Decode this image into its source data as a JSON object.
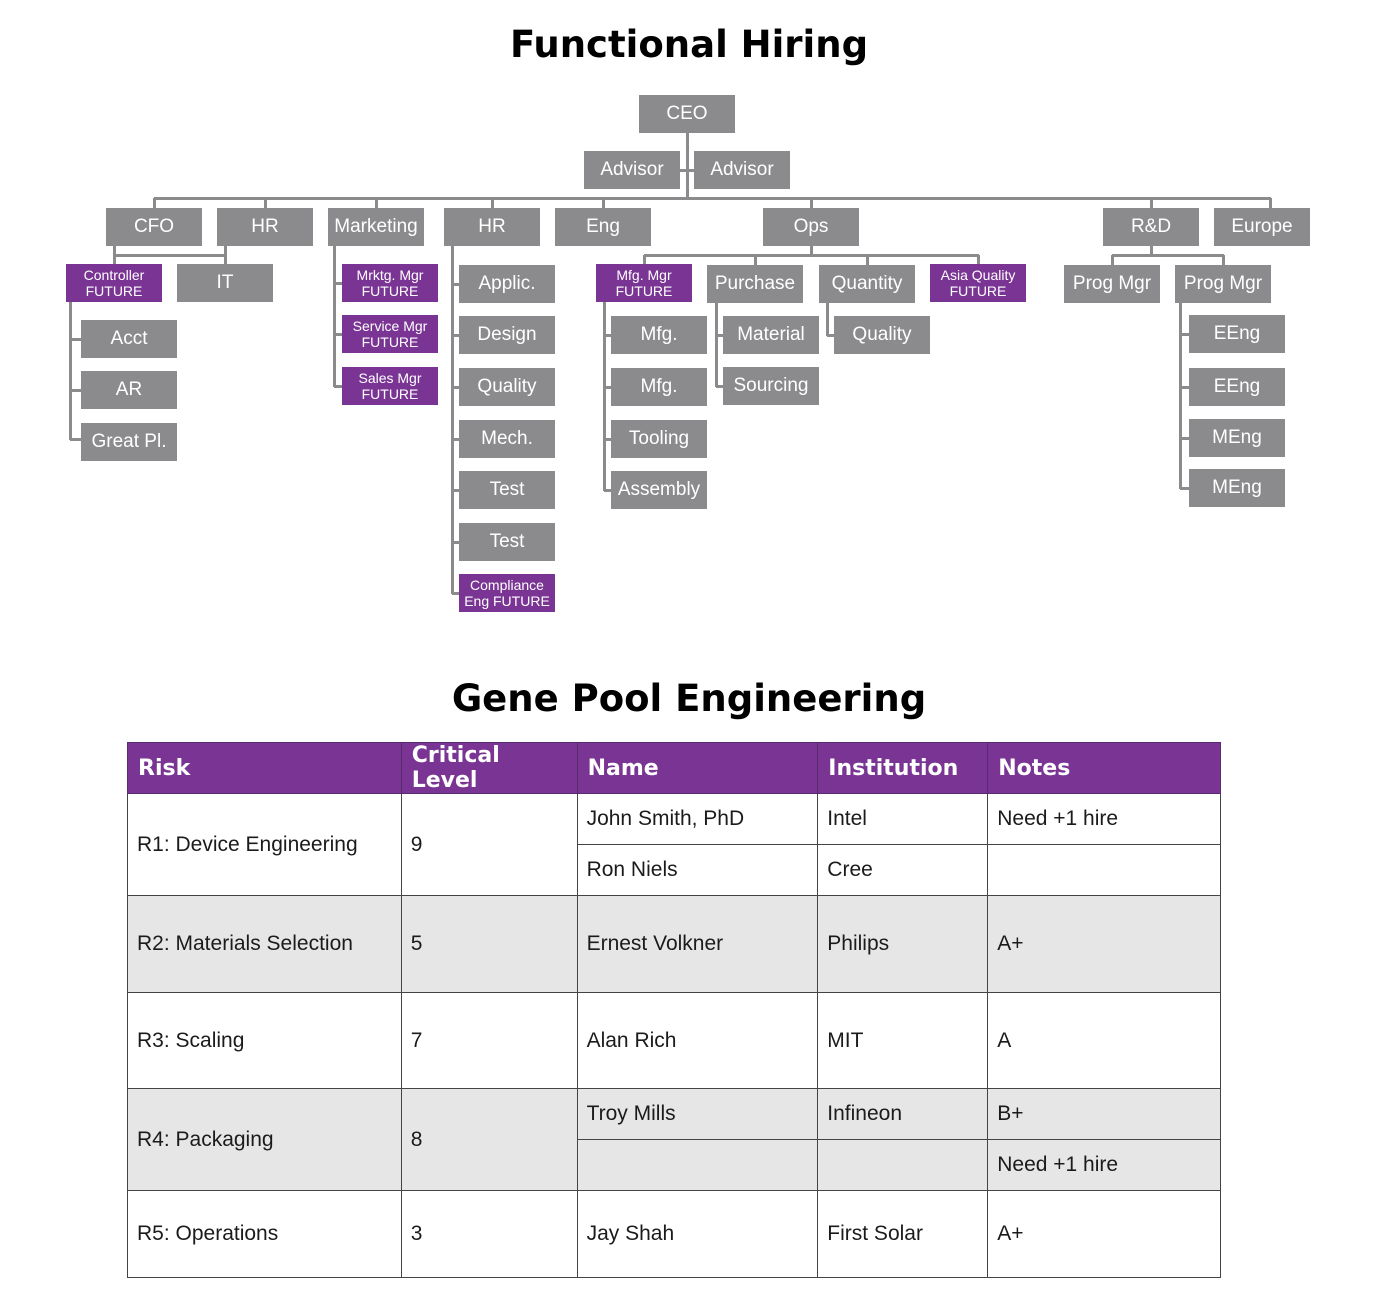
{
  "titles": {
    "org_chart": "Functional Hiring",
    "table": "Gene Pool Engineering"
  },
  "colors": {
    "role_box": "#8b8b8d",
    "future_box": "#7a3594",
    "header": "#7a3594",
    "row_shade": "#e6e6e7"
  },
  "org_chart": {
    "nodes": [
      {
        "id": "ceo",
        "label": "CEO",
        "future": false
      },
      {
        "id": "advisor1",
        "label": "Advisor",
        "future": false
      },
      {
        "id": "advisor2",
        "label": "Advisor",
        "future": false
      },
      {
        "id": "cfo",
        "label": "CFO",
        "future": false
      },
      {
        "id": "hr1",
        "label": "HR",
        "future": false
      },
      {
        "id": "marketing",
        "label": "Marketing",
        "future": false
      },
      {
        "id": "hr2",
        "label": "HR",
        "future": false
      },
      {
        "id": "eng",
        "label": "Eng",
        "future": false
      },
      {
        "id": "ops",
        "label": "Ops",
        "future": false
      },
      {
        "id": "rnd",
        "label": "R&D",
        "future": false
      },
      {
        "id": "europe",
        "label": "Europe",
        "future": false
      },
      {
        "id": "controller",
        "label": "Controller FUTURE",
        "future": true
      },
      {
        "id": "it",
        "label": "IT",
        "future": false
      },
      {
        "id": "acct",
        "label": "Acct",
        "future": false
      },
      {
        "id": "ar",
        "label": "AR",
        "future": false
      },
      {
        "id": "greatpl",
        "label": "Great Pl.",
        "future": false
      },
      {
        "id": "mrktg_mgr",
        "label": "Mrktg. Mgr FUTURE",
        "future": true
      },
      {
        "id": "service_mgr",
        "label": "Service Mgr FUTURE",
        "future": true
      },
      {
        "id": "sales_mgr",
        "label": "Sales Mgr FUTURE",
        "future": true
      },
      {
        "id": "applic",
        "label": "Applic.",
        "future": false
      },
      {
        "id": "design",
        "label": "Design",
        "future": false
      },
      {
        "id": "quality_hr",
        "label": "Quality",
        "future": false
      },
      {
        "id": "mech",
        "label": "Mech.",
        "future": false
      },
      {
        "id": "test1",
        "label": "Test",
        "future": false
      },
      {
        "id": "test2",
        "label": "Test",
        "future": false
      },
      {
        "id": "compliance",
        "label": "Compliance Eng FUTURE",
        "future": true
      },
      {
        "id": "mfg_mgr",
        "label": "Mfg. Mgr FUTURE",
        "future": true
      },
      {
        "id": "purchase",
        "label": "Purchase",
        "future": false
      },
      {
        "id": "quantity",
        "label": "Quantity",
        "future": false
      },
      {
        "id": "asia_quality",
        "label": "Asia Quality FUTURE",
        "future": true
      },
      {
        "id": "mfg1",
        "label": "Mfg.",
        "future": false
      },
      {
        "id": "mfg2",
        "label": "Mfg.",
        "future": false
      },
      {
        "id": "tooling",
        "label": "Tooling",
        "future": false
      },
      {
        "id": "assembly",
        "label": "Assembly",
        "future": false
      },
      {
        "id": "material",
        "label": "Material",
        "future": false
      },
      {
        "id": "sourcing",
        "label": "Sourcing",
        "future": false
      },
      {
        "id": "quality_ops",
        "label": "Quality",
        "future": false
      },
      {
        "id": "prog_mgr1",
        "label": "Prog Mgr",
        "future": false
      },
      {
        "id": "prog_mgr2",
        "label": "Prog Mgr",
        "future": false
      },
      {
        "id": "eeng1",
        "label": "EEng",
        "future": false
      },
      {
        "id": "eeng2",
        "label": "EEng",
        "future": false
      },
      {
        "id": "meng1",
        "label": "MEng",
        "future": false
      },
      {
        "id": "meng2",
        "label": "MEng",
        "future": false
      }
    ]
  },
  "table": {
    "headers": [
      "Risk",
      "Critical Level",
      "Name",
      "Institution",
      "Notes"
    ],
    "groups": [
      {
        "risk": "R1: Device Engineering",
        "level": "9",
        "rows": [
          {
            "name": "John Smith, PhD",
            "institution": "Intel",
            "notes": "Need +1 hire"
          },
          {
            "name": "Ron Niels",
            "institution": "Cree",
            "notes": ""
          }
        ]
      },
      {
        "risk": "R2: Materials Selection",
        "level": "5",
        "rows": [
          {
            "name": "Ernest Volkner",
            "institution": "Philips",
            "notes": "A+"
          }
        ]
      },
      {
        "risk": "R3: Scaling",
        "level": "7",
        "rows": [
          {
            "name": "Alan Rich",
            "institution": "MIT",
            "notes": "A"
          }
        ]
      },
      {
        "risk": "R4: Packaging",
        "level": "8",
        "rows": [
          {
            "name": "Troy Mills",
            "institution": "Infineon",
            "notes": "B+"
          },
          {
            "name": "",
            "institution": "",
            "notes": "Need +1 hire"
          }
        ]
      },
      {
        "risk": "R5: Operations",
        "level": "3",
        "rows": [
          {
            "name": "Jay Shah",
            "institution": "First Solar",
            "notes": "A+"
          }
        ]
      }
    ]
  }
}
